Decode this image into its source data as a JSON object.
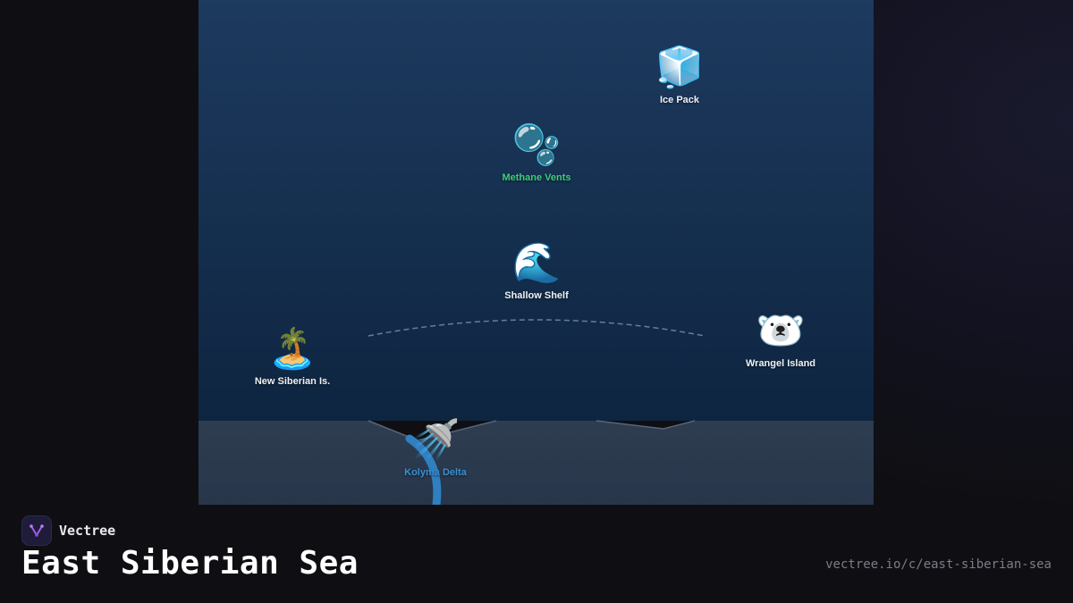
{
  "map": {
    "markers": [
      {
        "id": "ice-pack",
        "label": "Ice Pack",
        "icon": "ice-cube-icon",
        "glyph": "🧊",
        "label_color": "#eef2f7"
      },
      {
        "id": "methane-vents",
        "label": "Methane Vents",
        "icon": "bubbles-icon",
        "glyph": "🫧",
        "label_color": "#3ccf7e"
      },
      {
        "id": "shallow-shelf",
        "label": "Shallow Shelf",
        "icon": "wave-icon",
        "glyph": "🌊",
        "label_color": "#eef2f7"
      },
      {
        "id": "new-siberian-islands",
        "label": "New Siberian Is.",
        "icon": "desert-island-icon",
        "glyph": "🏝️",
        "label_color": "#eef2f7"
      },
      {
        "id": "wrangel-island",
        "label": "Wrangel Island",
        "icon": "polar-bear-icon",
        "glyph": "🐻‍❄️",
        "label_color": "#eef2f7"
      },
      {
        "id": "kolyma-delta",
        "label": "Kolyma Delta",
        "icon": "shower-icon",
        "glyph": "🚿",
        "label_color": "#3b8fd4"
      }
    ],
    "colors": {
      "sea_top": "#1d3a5f",
      "sea_bottom": "#0e2540",
      "land": "#2e3d50",
      "river": "#2f7fc1"
    }
  },
  "brand": {
    "name": "Vectree",
    "logo_icon": "vectree-logo-icon"
  },
  "title": "East Siberian Sea",
  "url": "vectree.io/c/east-siberian-sea"
}
